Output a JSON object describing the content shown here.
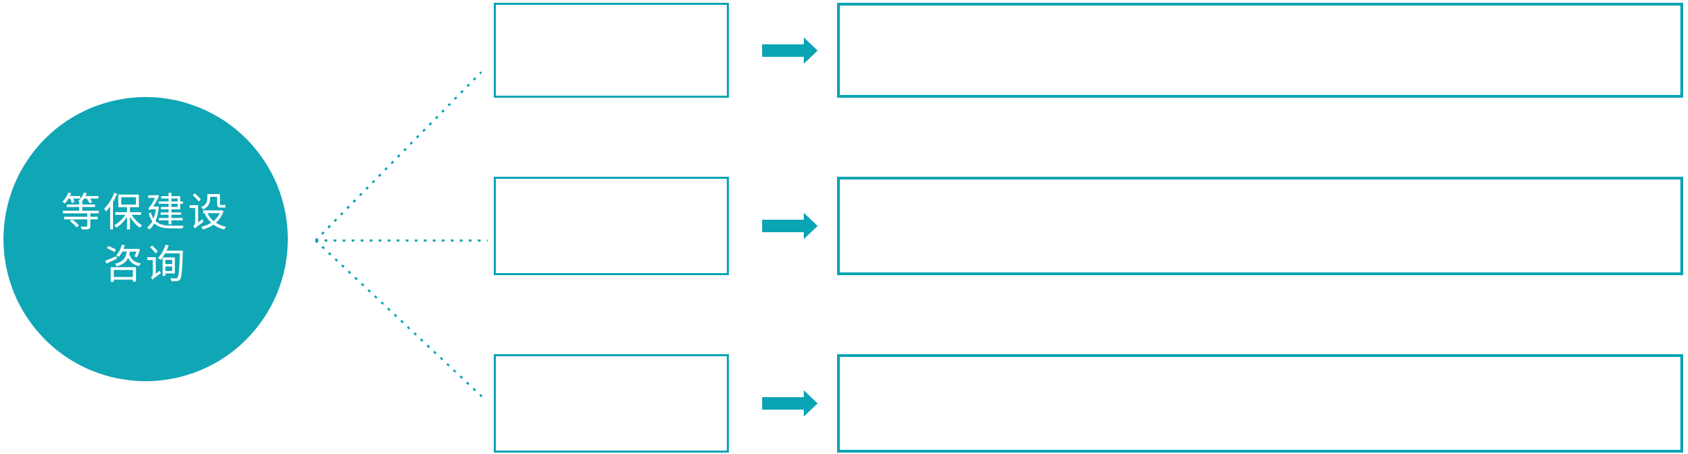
{
  "colors": {
    "accent": "#0aa4b4",
    "circle_fill": "#0fa6b5",
    "text_on_circle": "#ffffff",
    "background": "#ffffff"
  },
  "diagram": {
    "hub": {
      "label_line1": "等保建设",
      "label_line2": "咨询"
    },
    "connectors": {
      "style": "dotted",
      "count": 3
    },
    "rows": [
      {
        "small_box_text": "",
        "arrow_icon": "arrow-right-icon",
        "large_box_text": ""
      },
      {
        "small_box_text": "",
        "arrow_icon": "arrow-right-icon",
        "large_box_text": ""
      },
      {
        "small_box_text": "",
        "arrow_icon": "arrow-right-icon",
        "large_box_text": ""
      }
    ]
  }
}
